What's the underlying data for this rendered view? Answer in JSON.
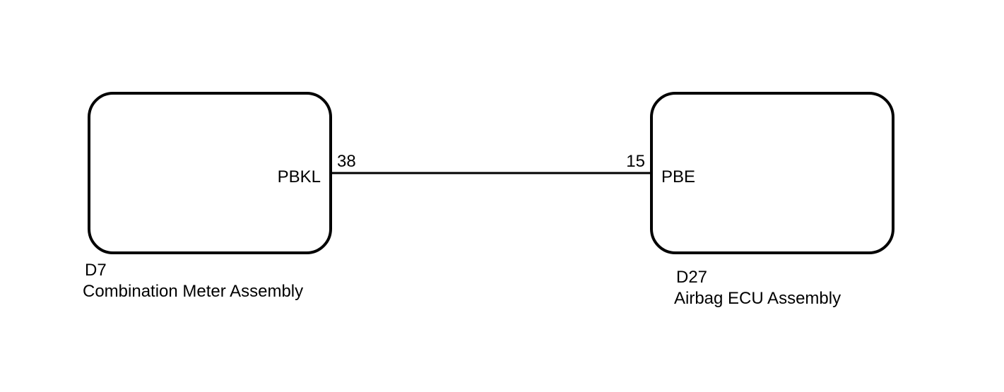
{
  "colors": {
    "line": "#000000",
    "background": "#ffffff"
  },
  "components": {
    "left": {
      "code": "D7",
      "name": "Combination Meter Assembly",
      "terminal_signal": "PBKL",
      "pin_number": "38"
    },
    "right": {
      "code": "D27",
      "name": "Airbag ECU Assembly",
      "terminal_signal": "PBE",
      "pin_number": "15"
    }
  }
}
